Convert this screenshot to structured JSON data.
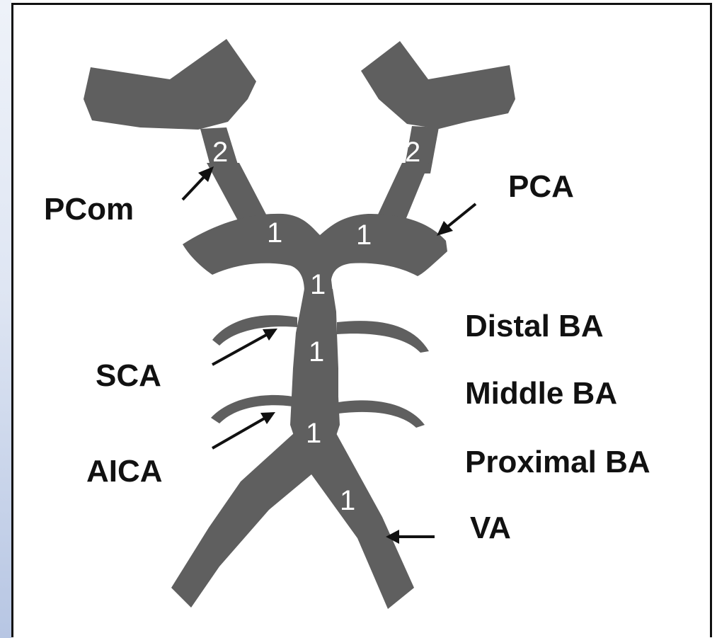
{
  "labels": {
    "pcom": "PCom",
    "pca": "PCA",
    "distal_ba": "Distal BA",
    "sca": "SCA",
    "middle_ba": "Middle BA",
    "aica": "AICA",
    "proximal_ba": "Proximal BA",
    "va": "VA"
  },
  "segment_numbers": {
    "left_pcom": "2",
    "right_pcom": "2",
    "left_p1": "1",
    "right_p1": "1",
    "ba_top": "1",
    "ba_mid": "1",
    "ba_low": "1",
    "right_va": "1"
  },
  "colors": {
    "vessel": "#5f5f5f",
    "text": "#111111",
    "segment_text": "#ffffff"
  }
}
